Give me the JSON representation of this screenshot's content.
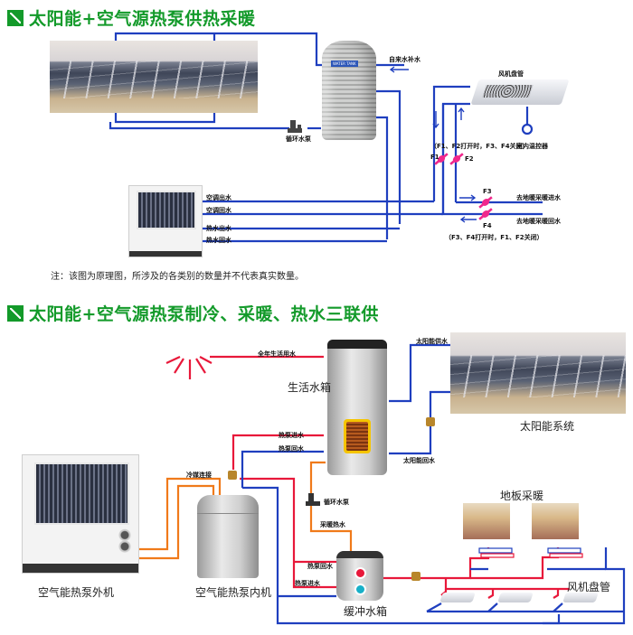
{
  "section1": {
    "title": "太阳能+空气源热泵供热采暖",
    "labels": {
      "tap_water_makeup": "自来水补水",
      "circulation_pump": "循环水泵",
      "fan_coil": "风机盘管",
      "indoor_thermostat": "室内温控器",
      "valve_note_f1f2": "（F1、F2打开时，F3、F4关闭）",
      "valve_note_f3f4": "（F3、F4打开时，F1、F2关闭）",
      "f1": "F1",
      "f2": "F2",
      "f3": "F3",
      "f4": "F4",
      "ac_out": "空调出水",
      "ac_return": "空调回水",
      "hot_out": "热水出水",
      "hot_return": "热水回水",
      "floor_supply": "去地暖采暖进水",
      "floor_return": "去地暖采暖回水",
      "tank_brand": "WATER TANK"
    },
    "note": "注：该图为原理图，所涉及的各类别的数量并不代表真实数量。"
  },
  "section2": {
    "title": "太阳能+空气源热泵制冷、采暖、热水三联供",
    "labels": {
      "year_round_hot_water": "全年生活用水",
      "domestic_tank": "生活水箱",
      "solar_supply": "太阳能供水",
      "solar_return": "太阳能回水",
      "solar_system": "太阳能系统",
      "hp_in_1": "热泵进水",
      "hp_return_1": "热泵回水",
      "refrigerant_link": "冷媒连接",
      "circulation_pump": "循环水泵",
      "heating_hot_water": "采暖热水",
      "hp_return_2": "热泵回水",
      "hp_in_2": "热泵进水",
      "buffer_tank": "缓冲水箱",
      "outdoor_unit": "空气能热泵外机",
      "indoor_unit": "空气能热泵内机",
      "floor_heating": "地板采暖",
      "fan_coil": "风机盘管"
    }
  },
  "colors": {
    "title_green": "#139a2a",
    "pipe_blue": "#1f3fbf",
    "pipe_red": "#e8183a",
    "pipe_orange": "#f07a1a",
    "valve_pink": "#f0288c"
  }
}
